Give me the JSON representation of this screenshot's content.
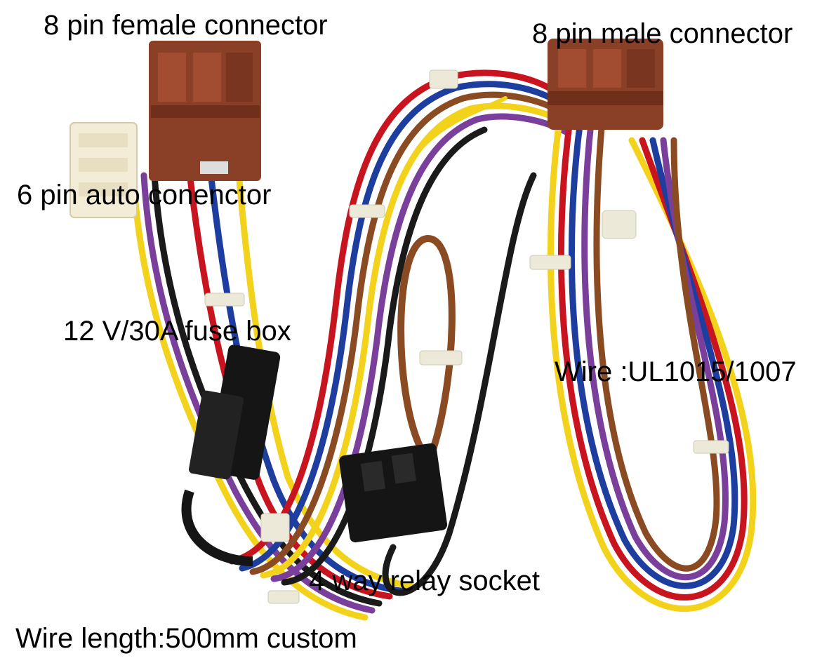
{
  "labels": {
    "female_connector": "8 pin female connector",
    "male_connector": "8 pin male connector",
    "auto_connector": "6 pin auto conenctor",
    "fuse_box": "12 V/30A fuse box",
    "wire_type": "Wire :UL1015/1007",
    "relay_socket": "4 way relay socket",
    "wire_length": "Wire length:500mm custom"
  },
  "colors": {
    "background": "#ffffff",
    "connector_brown": "#8a3f27",
    "connector_white": "#f3ecd6",
    "black_parts": "#151515",
    "wire_red": "#c8141e",
    "wire_yellow": "#f2d21b",
    "wire_blue": "#1d3e9e",
    "wire_purple": "#7a3f9a",
    "wire_brown": "#8a4a22",
    "wire_black": "#1a1a1a",
    "cable_tie": "#ece9d8"
  }
}
